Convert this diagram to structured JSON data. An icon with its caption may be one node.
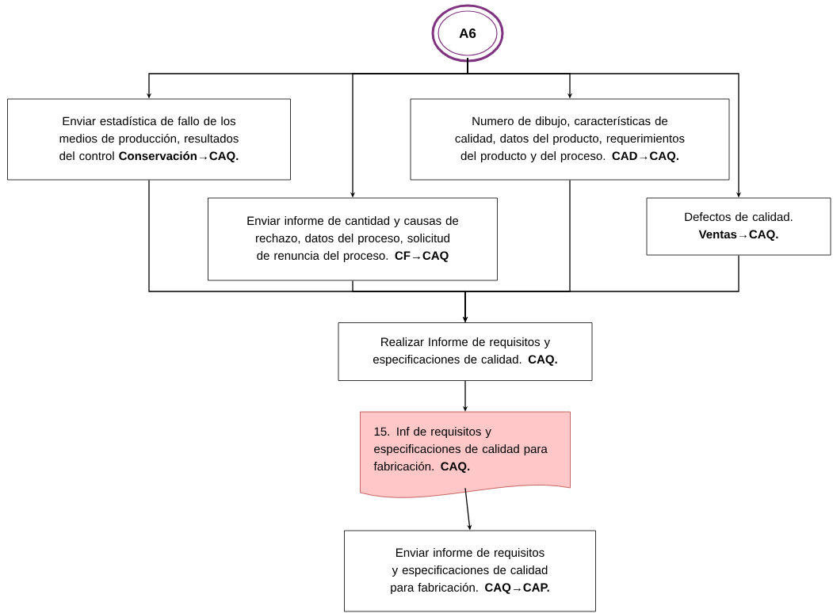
{
  "diagram": {
    "nodes": [
      {
        "text": [
          "A6"
        ]
      },
      {
        "text": [
          "Enviar estadística de fallo de los medios de producción, resultados del control **Conservación→CAQ.**"
        ]
      },
      {
        "text": [
          "Numero de dibujo, características de calidad, datos del producto, requerimientos del producto y del proceso. **CAD→CAQ.**"
        ]
      },
      {
        "text": [
          "Enviar informe de cantidad y causas de rechazo, datos del proceso, solicitud de renuncia del proceso. **CF→CAQ**"
        ]
      },
      {
        "text": [
          "Defectos de calidad. **Ventas→CAQ.**"
        ]
      },
      {
        "text": [
          "Realizar Informe de requisitos y especificaciones de calidad. **CAQ.**"
        ]
      },
      {
        "text": [
          "15. Inf de requisitos y especificaciones de calidad para fabricación. **CAQ.**"
        ]
      },
      {
        "text": [
          "Enviar informe de requisitos y especificaciones de calidad para fabricación. **CAQ→CAP.**"
        ]
      }
    ],
    "edges": [
      {
        "from": 0,
        "to": 1,
        "arrow": "to"
      },
      {
        "from": 0,
        "to": 3,
        "arrow": "to"
      },
      {
        "from": 0,
        "to": 2,
        "arrow": "to"
      },
      {
        "from": 0,
        "to": 4,
        "arrow": "to"
      },
      {
        "from": 1,
        "to": 5,
        "arrow": "to"
      },
      {
        "from": 3,
        "to": 5,
        "arrow": "to"
      },
      {
        "from": 2,
        "to": 5,
        "arrow": "to"
      },
      {
        "from": 4,
        "to": 5,
        "arrow": "to"
      },
      {
        "from": 5,
        "to": 6,
        "arrow": "to"
      },
      {
        "from": 6,
        "to": 7,
        "arrow": "to"
      }
    ]
  }
}
